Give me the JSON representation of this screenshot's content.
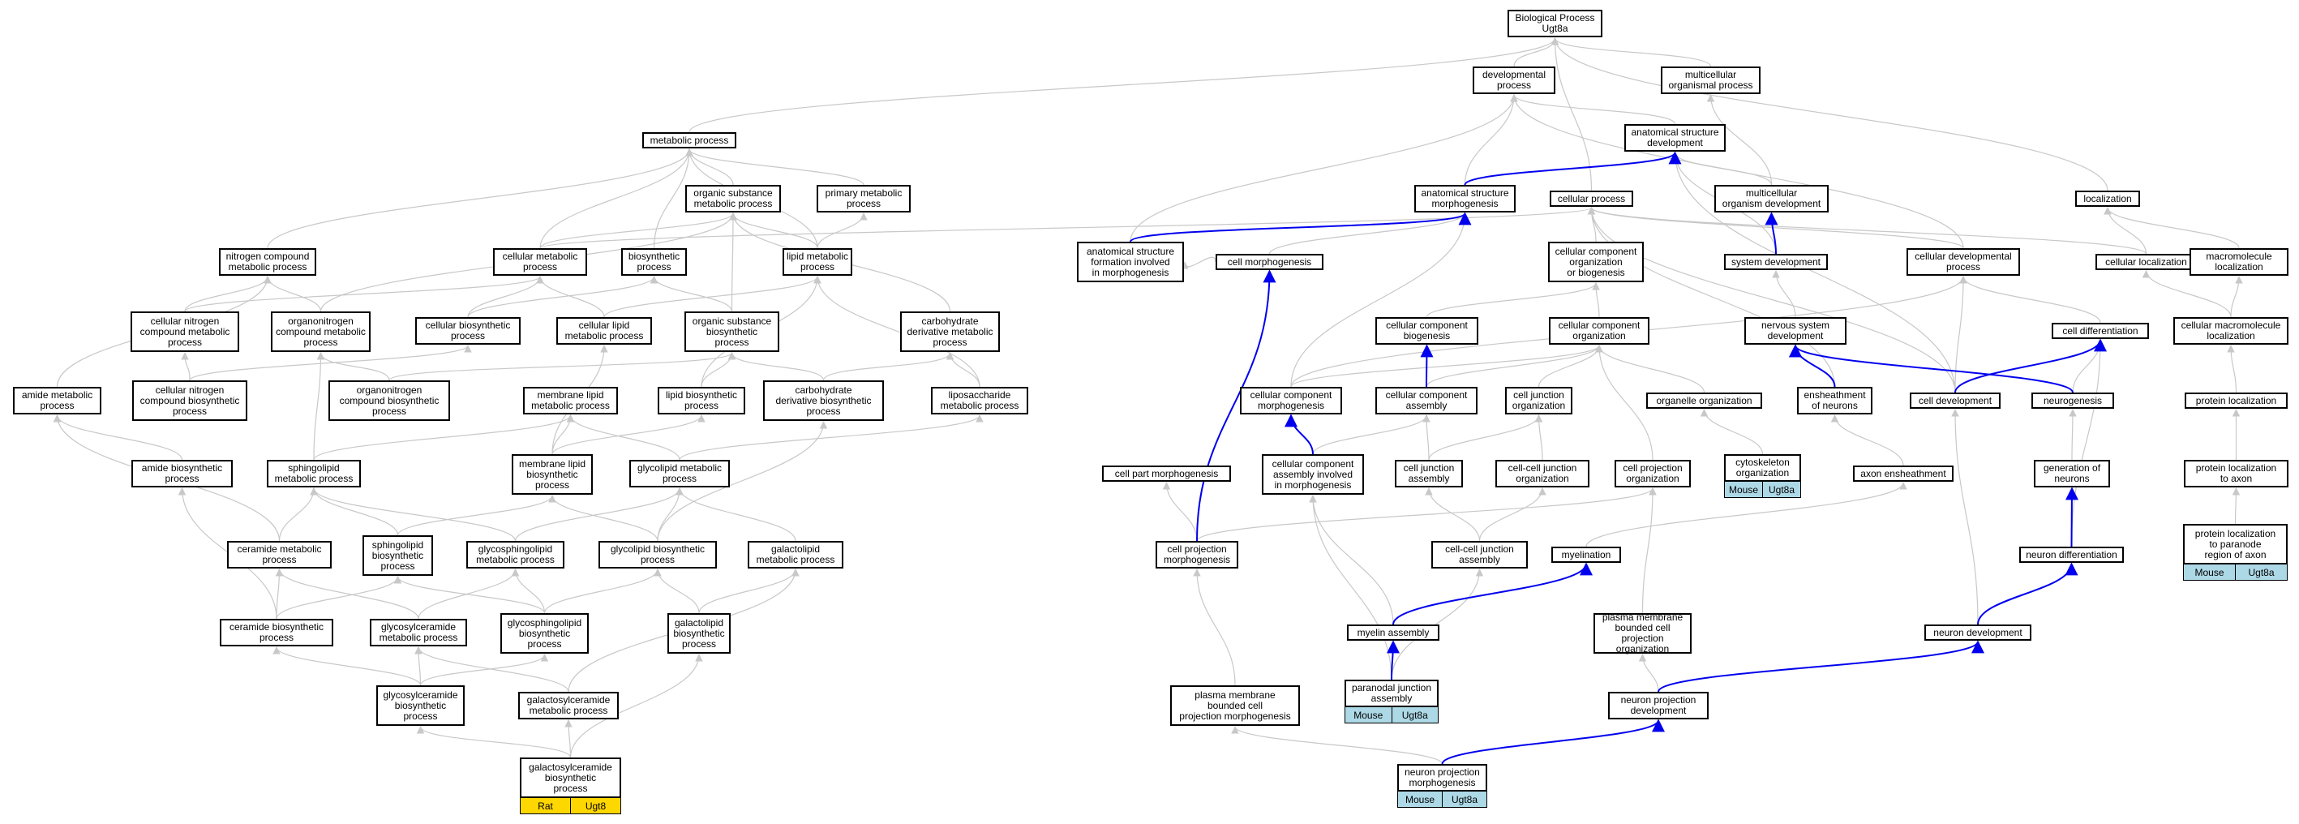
{
  "colors": {
    "edge": "#c8c8c8",
    "highlight": "#0000ee",
    "mouse": "#add8e6",
    "rat": "#ffd700"
  },
  "nodes": [
    {
      "id": "bp",
      "label": "Biological Process\nUgt8a"
    },
    {
      "id": "dev",
      "label": "developmental\nprocess"
    },
    {
      "id": "mop",
      "label": "multicellular\norganismal process"
    },
    {
      "id": "met",
      "label": "metabolic process"
    },
    {
      "id": "asd",
      "label": "anatomical structure\ndevelopment"
    },
    {
      "id": "osmp",
      "label": "organic substance\nmetabolic process"
    },
    {
      "id": "pmp",
      "label": "primary metabolic\nprocess"
    },
    {
      "id": "asm",
      "label": "anatomical structure\nmorphogenesis"
    },
    {
      "id": "cp",
      "label": "cellular process"
    },
    {
      "id": "mod",
      "label": "multicellular\norganism development"
    },
    {
      "id": "loc",
      "label": "localization"
    },
    {
      "id": "ncmp",
      "label": "nitrogen compound\nmetabolic process"
    },
    {
      "id": "cmp",
      "label": "cellular metabolic\nprocess"
    },
    {
      "id": "bsp",
      "label": "biosynthetic\nprocess"
    },
    {
      "id": "lmp",
      "label": "lipid metabolic\nprocess"
    },
    {
      "id": "asfm",
      "label": "anatomical structure\nformation involved\nin morphogenesis"
    },
    {
      "id": "cm",
      "label": "cell morphogenesis"
    },
    {
      "id": "ccob",
      "label": "cellular component\norganization\nor biogenesis"
    },
    {
      "id": "sd",
      "label": "system development"
    },
    {
      "id": "cdp",
      "label": "cellular developmental\nprocess"
    },
    {
      "id": "cl",
      "label": "cellular localization"
    },
    {
      "id": "mlz",
      "label": "macromolecule\nlocalization"
    },
    {
      "id": "cncmp",
      "label": "cellular nitrogen\ncompound metabolic\nprocess"
    },
    {
      "id": "oncmp",
      "label": "organonitrogen\ncompound metabolic\nprocess"
    },
    {
      "id": "cbp",
      "label": "cellular biosynthetic\nprocess"
    },
    {
      "id": "clmp",
      "label": "cellular lipid\nmetabolic process"
    },
    {
      "id": "osbp",
      "label": "organic substance\nbiosynthetic\nprocess"
    },
    {
      "id": "cdmp",
      "label": "carbohydrate\nderivative metabolic\nprocess"
    },
    {
      "id": "ccb",
      "label": "cellular component\nbiogenesis"
    },
    {
      "id": "cco",
      "label": "cellular component\norganization"
    },
    {
      "id": "nsd",
      "label": "nervous system\ndevelopment"
    },
    {
      "id": "cdiff",
      "label": "cell differentiation"
    },
    {
      "id": "cml",
      "label": "cellular macromolecule\nlocalization"
    },
    {
      "id": "amp",
      "label": "amide metabolic\nprocess"
    },
    {
      "id": "cncbp",
      "label": "cellular nitrogen\ncompound biosynthetic\nprocess"
    },
    {
      "id": "oncbp",
      "label": "organonitrogen\ncompound biosynthetic\nprocess"
    },
    {
      "id": "mlmp",
      "label": "membrane lipid\nmetabolic process"
    },
    {
      "id": "lbp",
      "label": "lipid biosynthetic\nprocess"
    },
    {
      "id": "cdbp",
      "label": "carbohydrate\nderivative biosynthetic\nprocess"
    },
    {
      "id": "lpmp",
      "label": "liposaccharide\nmetabolic process"
    },
    {
      "id": "ccm",
      "label": "cellular component\nmorphogenesis"
    },
    {
      "id": "cca",
      "label": "cellular component\nassembly"
    },
    {
      "id": "cjo",
      "label": "cell junction\norganization"
    },
    {
      "id": "oo",
      "label": "organelle organization"
    },
    {
      "id": "eon",
      "label": "ensheathment\nof neurons"
    },
    {
      "id": "cdv",
      "label": "cell development"
    },
    {
      "id": "ng",
      "label": "neurogenesis"
    },
    {
      "id": "pl",
      "label": "protein localization"
    },
    {
      "id": "abp",
      "label": "amide biosynthetic\nprocess"
    },
    {
      "id": "slmp",
      "label": "sphingolipid\nmetabolic process"
    },
    {
      "id": "mlbp",
      "label": "membrane lipid\nbiosynthetic\nprocess"
    },
    {
      "id": "glmp",
      "label": "glycolipid metabolic\nprocess"
    },
    {
      "id": "cpm",
      "label": "cell part morphogenesis"
    },
    {
      "id": "ccaim",
      "label": "cellular component\nassembly involved\nin morphogenesis"
    },
    {
      "id": "cja",
      "label": "cell junction\nassembly"
    },
    {
      "id": "ccjo",
      "label": "cell-cell junction\norganization"
    },
    {
      "id": "cpo",
      "label": "cell projection\norganization"
    },
    {
      "id": "cyto",
      "label": "cytoskeleton\norganization",
      "ann": [
        "Mouse",
        "Ugt8a"
      ],
      "annColor": "mouse"
    },
    {
      "id": "ae",
      "label": "axon ensheathment"
    },
    {
      "id": "gon",
      "label": "generation of\nneurons"
    },
    {
      "id": "pla",
      "label": "protein localization\nto axon"
    },
    {
      "id": "crmp",
      "label": "ceramide metabolic\nprocess"
    },
    {
      "id": "slbp",
      "label": "sphingolipid\nbiosynthetic\nprocess"
    },
    {
      "id": "gsmp",
      "label": "glycosphingolipid\nmetabolic process"
    },
    {
      "id": "glbp",
      "label": "glycolipid biosynthetic\nprocess"
    },
    {
      "id": "galmp",
      "label": "galactolipid\nmetabolic process"
    },
    {
      "id": "cpmg",
      "label": "cell projection\nmorphogenesis"
    },
    {
      "id": "ccja",
      "label": "cell-cell junction\nassembly"
    },
    {
      "id": "myel",
      "label": "myelination"
    },
    {
      "id": "nd",
      "label": "neuron differentiation"
    },
    {
      "id": "plp",
      "label": "protein localization\nto paranode\nregion of axon",
      "ann": [
        "Mouse",
        "Ugt8a"
      ],
      "annColor": "mouse"
    },
    {
      "id": "crbp",
      "label": "ceramide biosynthetic\nprocess"
    },
    {
      "id": "gcmp",
      "label": "glycosylceramide\nmetabolic process"
    },
    {
      "id": "gsbp",
      "label": "glycosphingolipid\nbiosynthetic\nprocess"
    },
    {
      "id": "galbp",
      "label": "galactolipid\nbiosynthetic\nprocess"
    },
    {
      "id": "ma",
      "label": "myelin assembly"
    },
    {
      "id": "pmbcpo",
      "label": "plasma membrane\nbounded cell\nprojection organization"
    },
    {
      "id": "ndv",
      "label": "neuron development"
    },
    {
      "id": "gcbp",
      "label": "glycosylceramide\nbiosynthetic\nprocess"
    },
    {
      "id": "galcmp",
      "label": "galactosylceramide\nmetabolic process"
    },
    {
      "id": "pmbcpm",
      "label": "plasma membrane\nbounded cell\nprojection morphogenesis"
    },
    {
      "id": "pja",
      "label": "paranodal junction\nassembly",
      "ann": [
        "Mouse",
        "Ugt8a"
      ],
      "annColor": "mouse"
    },
    {
      "id": "npd",
      "label": "neuron projection\ndevelopment"
    },
    {
      "id": "galcbp",
      "label": "galactosylceramide\nbiosynthetic\nprocess",
      "ann": [
        "Rat",
        "Ugt8"
      ],
      "annColor": "rat"
    },
    {
      "id": "npm",
      "label": "neuron projection\nmorphogenesis",
      "ann": [
        "Mouse",
        "Ugt8a"
      ],
      "annColor": "mouse"
    }
  ],
  "edges": [
    [
      "dev",
      "bp",
      0
    ],
    [
      "mop",
      "bp",
      0
    ],
    [
      "met",
      "bp",
      0
    ],
    [
      "cp",
      "bp",
      0
    ],
    [
      "loc",
      "bp",
      0
    ],
    [
      "asd",
      "dev",
      0
    ],
    [
      "asm",
      "dev",
      0
    ],
    [
      "cdp",
      "dev",
      0
    ],
    [
      "asfm",
      "dev",
      0
    ],
    [
      "mod",
      "mop",
      0
    ],
    [
      "osmp",
      "met",
      0
    ],
    [
      "pmp",
      "met",
      0
    ],
    [
      "ncmp",
      "met",
      0
    ],
    [
      "cmp",
      "met",
      0
    ],
    [
      "bsp",
      "met",
      0
    ],
    [
      "lmp",
      "met",
      0
    ],
    [
      "mod",
      "asd",
      0
    ],
    [
      "sd",
      "asd",
      0
    ],
    [
      "cdv",
      "asd",
      0
    ],
    [
      "asm",
      "asd",
      1
    ],
    [
      "cmp",
      "osmp",
      0
    ],
    [
      "oncmp",
      "osmp",
      0
    ],
    [
      "osbp",
      "osmp",
      0
    ],
    [
      "lmp",
      "osmp",
      0
    ],
    [
      "cdmp",
      "osmp",
      0
    ],
    [
      "lmp",
      "pmp",
      0
    ],
    [
      "asfm",
      "asm",
      1
    ],
    [
      "ccm",
      "asm",
      0
    ],
    [
      "cm",
      "asm",
      0
    ],
    [
      "cmp",
      "cp",
      0
    ],
    [
      "ccob",
      "cp",
      0
    ],
    [
      "eon",
      "cp",
      0
    ],
    [
      "cdp",
      "cp",
      0
    ],
    [
      "cl",
      "cp",
      0
    ],
    [
      "cdv",
      "cp",
      0
    ],
    [
      "sd",
      "mod",
      1
    ],
    [
      "cl",
      "loc",
      0
    ],
    [
      "mlz",
      "loc",
      0
    ],
    [
      "cncmp",
      "ncmp",
      0
    ],
    [
      "oncmp",
      "ncmp",
      0
    ],
    [
      "amp",
      "ncmp",
      0
    ],
    [
      "cbp",
      "cmp",
      0
    ],
    [
      "clmp",
      "cmp",
      0
    ],
    [
      "cncmp",
      "cmp",
      0
    ],
    [
      "cbp",
      "bsp",
      0
    ],
    [
      "osbp",
      "bsp",
      0
    ],
    [
      "clmp",
      "lmp",
      0
    ],
    [
      "lbp",
      "lmp",
      0
    ],
    [
      "lpmp",
      "lmp",
      0
    ],
    [
      "cm",
      "asfm",
      0
    ],
    [
      "ccb",
      "ccob",
      0
    ],
    [
      "cco",
      "ccob",
      0
    ],
    [
      "nsd",
      "sd",
      0
    ],
    [
      "ccm",
      "cdp",
      0
    ],
    [
      "cdiff",
      "cdp",
      0
    ],
    [
      "cdv",
      "cdp",
      0
    ],
    [
      "cml",
      "cl",
      0
    ],
    [
      "cml",
      "mlz",
      0
    ],
    [
      "cncbp",
      "cncmp",
      0
    ],
    [
      "slmp",
      "oncmp",
      0
    ],
    [
      "oncbp",
      "oncmp",
      0
    ],
    [
      "cncbp",
      "cbp",
      0
    ],
    [
      "mlbp",
      "clmp",
      0
    ],
    [
      "oncbp",
      "osbp",
      0
    ],
    [
      "lbp",
      "osbp",
      0
    ],
    [
      "cdbp",
      "osbp",
      0
    ],
    [
      "cdbp",
      "cdmp",
      0
    ],
    [
      "lpmp",
      "cdmp",
      0
    ],
    [
      "cca",
      "ccb",
      1
    ],
    [
      "ccm",
      "cco",
      0
    ],
    [
      "cca",
      "cco",
      0
    ],
    [
      "cjo",
      "cco",
      0
    ],
    [
      "oo",
      "cco",
      0
    ],
    [
      "cpo",
      "cco",
      0
    ],
    [
      "eon",
      "nsd",
      1
    ],
    [
      "ng",
      "nsd",
      1
    ],
    [
      "cdv",
      "cdiff",
      1
    ],
    [
      "ng",
      "cdiff",
      0
    ],
    [
      "nd",
      "cdiff",
      0
    ],
    [
      "pl",
      "cml",
      0
    ],
    [
      "abp",
      "amp",
      0
    ],
    [
      "crmp",
      "amp",
      0
    ],
    [
      "mlbp",
      "mlmp",
      0
    ],
    [
      "slmp",
      "mlmp",
      0
    ],
    [
      "glmp",
      "mlmp",
      0
    ],
    [
      "mlbp",
      "lbp",
      0
    ],
    [
      "glmp",
      "lpmp",
      0
    ],
    [
      "glbp",
      "cdbp",
      0
    ],
    [
      "ccaim",
      "ccm",
      1
    ],
    [
      "cpmg",
      "cm",
      1
    ],
    [
      "ccaim",
      "cca",
      0
    ],
    [
      "cja",
      "cca",
      0
    ],
    [
      "cja",
      "cjo",
      0
    ],
    [
      "ccjo",
      "cjo",
      0
    ],
    [
      "cyto",
      "oo",
      0
    ],
    [
      "ae",
      "eon",
      0
    ],
    [
      "ndv",
      "cdv",
      0
    ],
    [
      "gon",
      "ng",
      0
    ],
    [
      "pla",
      "pl",
      0
    ],
    [
      "crbp",
      "abp",
      0
    ],
    [
      "crmp",
      "slmp",
      0
    ],
    [
      "slbp",
      "slmp",
      0
    ],
    [
      "gsmp",
      "slmp",
      0
    ],
    [
      "slbp",
      "mlbp",
      0
    ],
    [
      "glbp",
      "mlbp",
      0
    ],
    [
      "gsmp",
      "glmp",
      0
    ],
    [
      "glbp",
      "glmp",
      0
    ],
    [
      "galmp",
      "glmp",
      0
    ],
    [
      "cpmg",
      "cpm",
      0
    ],
    [
      "cpmg",
      "cpo",
      0
    ],
    [
      "ma",
      "ccaim",
      0
    ],
    [
      "pja",
      "ccaim",
      0
    ],
    [
      "ccja",
      "cja",
      0
    ],
    [
      "ccja",
      "ccjo",
      0
    ],
    [
      "pmbcpo",
      "cpo",
      0
    ],
    [
      "myel",
      "ae",
      0
    ],
    [
      "nd",
      "gon",
      1
    ],
    [
      "plp",
      "pla",
      0
    ],
    [
      "crbp",
      "crmp",
      0
    ],
    [
      "gcmp",
      "crmp",
      0
    ],
    [
      "crbp",
      "slbp",
      0
    ],
    [
      "gsbp",
      "slbp",
      0
    ],
    [
      "gcmp",
      "gsmp",
      0
    ],
    [
      "gsbp",
      "gsmp",
      0
    ],
    [
      "gsbp",
      "glbp",
      0
    ],
    [
      "galbp",
      "glbp",
      0
    ],
    [
      "galbp",
      "galmp",
      0
    ],
    [
      "galcmp",
      "galmp",
      0
    ],
    [
      "pmbcpm",
      "cpmg",
      0
    ],
    [
      "pja",
      "ccja",
      0
    ],
    [
      "ma",
      "myel",
      1
    ],
    [
      "ndv",
      "nd",
      1
    ],
    [
      "gcbp",
      "crbp",
      0
    ],
    [
      "gcbp",
      "gcmp",
      0
    ],
    [
      "galcmp",
      "gcmp",
      0
    ],
    [
      "gcbp",
      "gsbp",
      0
    ],
    [
      "pja",
      "ma",
      1
    ],
    [
      "npd",
      "pmbcpo",
      0
    ],
    [
      "npd",
      "ndv",
      1
    ],
    [
      "galcbp",
      "gcbp",
      0
    ],
    [
      "galcbp",
      "galcmp",
      0
    ],
    [
      "galcbp",
      "galbp",
      0
    ],
    [
      "npm",
      "pmbcpm",
      0
    ],
    [
      "npm",
      "npd",
      1
    ]
  ]
}
